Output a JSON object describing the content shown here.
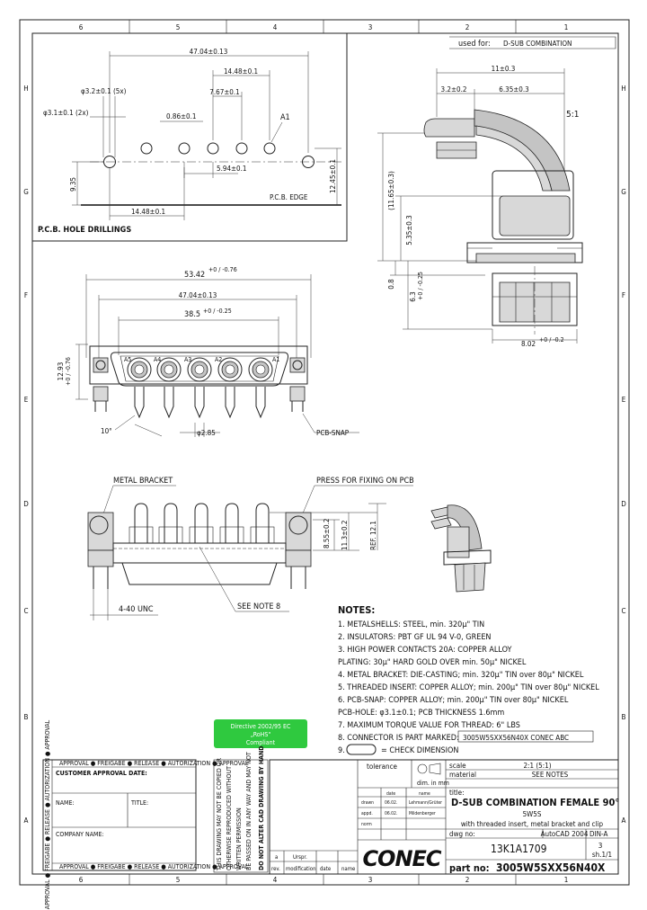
{
  "border": {
    "columns": [
      "6",
      "5",
      "4",
      "3",
      "2",
      "1"
    ],
    "rows": [
      "H",
      "G",
      "F",
      "E",
      "D",
      "C",
      "B",
      "A"
    ]
  },
  "used_for": {
    "label": "used for:",
    "value": "D-SUB COMBINATION"
  },
  "pcb": {
    "title": "P.C.B. HOLE DRILLINGS",
    "edge": "P.C.B. EDGE",
    "pin_label": "A1",
    "d_47": "47.04±0.13",
    "d_1448_top": "14.48±0.1",
    "d_767": "7.67±0.1",
    "d_hole32": "φ3.2±0.1 (5x)",
    "d_hole31": "φ3.1±0.1 (2x)",
    "d_086": "0.86±0.1",
    "d_594": "5.94±0.1",
    "d_935": "9.35",
    "d_1245": "12.45±0.1",
    "d_1448_bot": "14.48±0.1"
  },
  "front": {
    "d_5342": "53.42",
    "d_5342_tol": "+0 / -0.76",
    "d_4704": "47.04±0.13",
    "d_385": "38.5",
    "d_385_tol": "+0 / -0.25",
    "d_1293": "12.93",
    "d_1293_tol": "+0 / -0.76",
    "d_10deg": "10°",
    "d_285": "φ2.85",
    "pcb_snap": "PCB-SNAP",
    "pin_labels": [
      "A5",
      "A4",
      "A3",
      "A2",
      "A1"
    ]
  },
  "side": {
    "scale": "5:1",
    "d_11": "11±0.3",
    "d_32": "3.2±0.2",
    "d_635": "6.35±0.3",
    "d_1165": "(11.65±0.3)",
    "d_535": "5.35±0.3",
    "d_08": "0.8",
    "d_63": "6.3",
    "d_63_tol": "+0 / -0.25",
    "d_802": "8.02",
    "d_802_tol": "+0 / -0.2"
  },
  "bottom": {
    "metal_bracket": "METAL BRACKET",
    "press_fix": "PRESS FOR FIXING ON PCB",
    "d_855": "8.55±0.2",
    "d_113": "11.3±0.2",
    "d_ref": "REF. 12.1",
    "unc": "4-40 UNC",
    "see_note": "SEE NOTE 8"
  },
  "notes": {
    "heading": "NOTES:",
    "lines": [
      "1. METALSHELLS: STEEL, min. 320µ\" TIN",
      "2. INSULATORS: PBT GF UL 94 V-0, GREEN",
      "3. HIGH POWER CONTACTS 20A: COPPER ALLOY",
      "    PLATING: 30µ\" HARD GOLD OVER min. 50µ\" NICKEL",
      "4. METAL BRACKET: DIE-CASTING; min. 320µ\" TIN over 80µ\" NICKEL",
      "5. THREADED INSERT: COPPER ALLOY; min. 200µ\" TIN over 80µ\" NICKEL",
      "6. PCB-SNAP: COPPER ALLOY; min. 200µ\" TIN over 80µ\" NICKEL",
      "    PCB-HOLE: φ3.1±0.1; PCB THICKNESS 1.6mm",
      "7. MAXIMUM TORQUE VALUE FOR THREAD: 6\" LBS",
      "8. CONNECTOR IS PART MARKED:"
    ],
    "marking": "3005W5SXX56N40X  CONEC  ABC",
    "note9_prefix": "9.",
    "note9": "= CHECK DIMENSION"
  },
  "rohs": {
    "line1": "Directive 2002/95 EC",
    "line2": "„RoHS\"",
    "line3": "Compliant"
  },
  "approval": {
    "side_text": "APPROVAL ● FREIGABE ● RELEASE ● AUTORIZATION ● APPROVAL",
    "customer": "CUSTOMER APPROVAL DATE:",
    "name": "NAME:",
    "title": "TITLE:",
    "company": "COMPANY NAME:"
  },
  "warnings": [
    "THIS DRAWING MAY NOT BE COPIED OR",
    "OTHERWISE REPRODUCED WITHOUT",
    "WRITTEN PERMISSION",
    "BE PASSED ON IN ANY WAY AND MAY NOT",
    "DO NOT ALTER CAD DRAWING BY HAND"
  ],
  "title_block": {
    "tolerance": "tolerance",
    "dim_in": "dim. in mm",
    "scale_label": "scale",
    "scale_value": "2:1 (5:1)",
    "material_label": "material",
    "material_value": "SEE NOTES",
    "title_label": "title:",
    "title_main": "D-SUB COMBINATION FEMALE 90°",
    "title_sub": "5W5S",
    "title_desc": "with threaded insert, metal bracket and clip",
    "hdr_date": "date",
    "hdr_name": "name",
    "drawn_label": "drawn",
    "drawn_date": "06.02.",
    "drawn_name": "Lehmann/Grüter",
    "appd_label": "appd.",
    "appd_date": "06.02.",
    "appd_name": "Mildenberger",
    "norm_label": "norm",
    "cad": "AutoCAD 2004",
    "din": "DIN-A",
    "sheet_size": "3",
    "dwg_label": "dwg no:",
    "dwg_no": "13K1A1709",
    "sheet_no": "sh.1/1",
    "part_label": "part no:",
    "part_no": "3005W5SXX56N40X",
    "rev_a": "a",
    "orig": "Urspr.",
    "rev_hdr": "rev.",
    "mod_hdr": "modification",
    "date_hdr": "date",
    "name_hdr": "name",
    "logo": "CONEC"
  }
}
